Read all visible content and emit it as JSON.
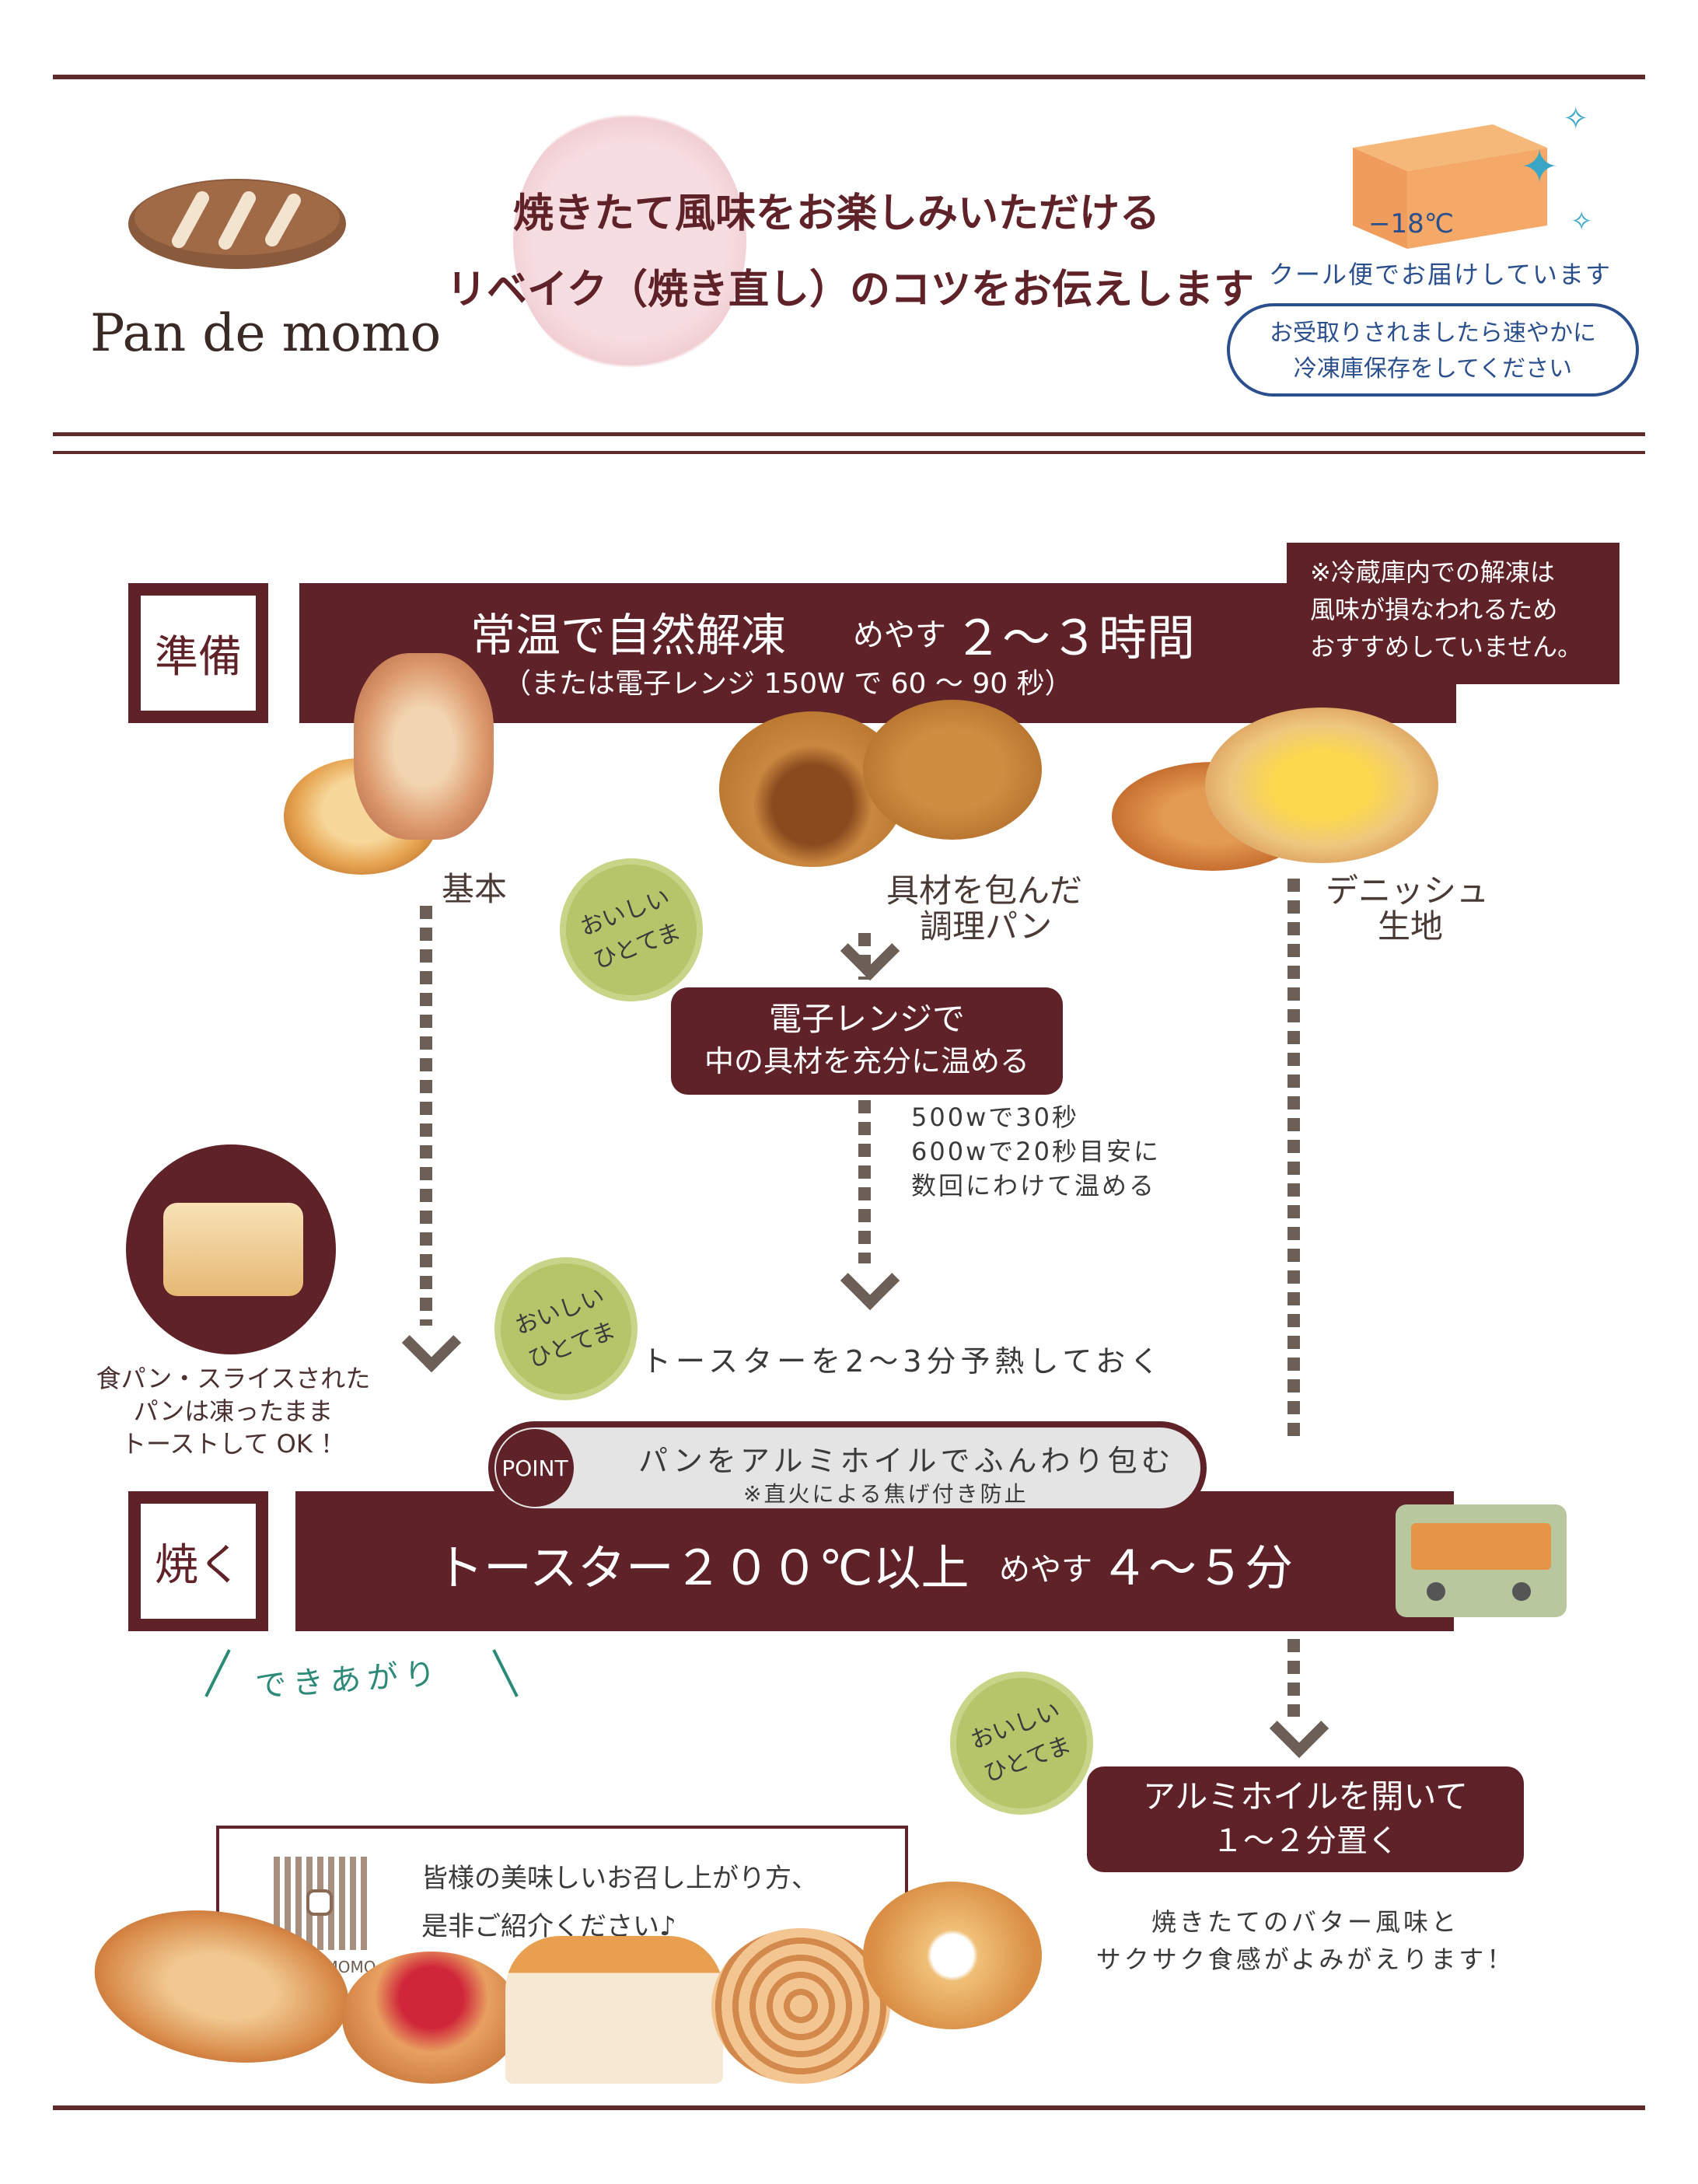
{
  "header": {
    "logo_text": "Pan de momo",
    "headline_1": "焼きたて風味をお楽しみいただける",
    "headline_2": "リベイク（焼き直し）のコツをお伝えします",
    "box_temp": "−18℃",
    "cool_delivery": "クール便でお届けしています",
    "freeze_note_1": "お受取りされましたら速やかに",
    "freeze_note_2": "冷凍庫保存をしてください"
  },
  "prep": {
    "label": "準備",
    "title": "常温で自然解凍",
    "guide_prefix": "めやす",
    "guide_value": "２～３時間",
    "sub": "（または電子レンジ 150W で 60 ～ 90 秒）",
    "warning_1": "※冷蔵庫内での解凍は",
    "warning_2": "風味が損なわれるため",
    "warning_3": "おすすめしていません。"
  },
  "breads": {
    "basic": "基本",
    "filled_1": "具材を包んだ",
    "filled_2": "調理パン",
    "danish_1": "デニッシュ",
    "danish_2": "生地"
  },
  "tip_badge": {
    "line1": "おいしい",
    "line2": "ひとてま"
  },
  "microwave": {
    "title_1": "電子レンジで",
    "title_2": "中の具材を充分に温める",
    "note_1": "500wで30秒",
    "note_2": "600wで20秒目安に",
    "note_3": "数回にわけて温める"
  },
  "preheat": "トースターを2～3分予熱しておく",
  "sliced": {
    "line1": "食パン・スライスされた",
    "line2": "パンは凍ったまま",
    "line3": "トーストして OK ！"
  },
  "point": {
    "badge": "POINT",
    "main": "パンをアルミホイルでふんわり包む",
    "sub": "※直火による焦げ付き防止"
  },
  "bake": {
    "label": "焼く",
    "title": "トースター２００℃以上",
    "guide_prefix": "めやす",
    "guide_value": "４～５分"
  },
  "finish": {
    "label": "できあがり",
    "foil_1": "アルミホイルを開いて",
    "foil_2": "１～２分置く",
    "result_1": "焼きたてのバター風味と",
    "result_2": "サクサク食感がよみがえります！"
  },
  "footer": {
    "sns_1": "皆様の美味しいお召し上がり方、",
    "sns_2": "是非ご紹介ください♪",
    "qr_caption": "PANDEMOMO"
  },
  "colors": {
    "maroon": "#5e2228",
    "arrow_gray": "#6b5f57",
    "badge_green": "#b6c46a",
    "teal": "#2e8a78",
    "note_blue": "#2a4f8c"
  }
}
